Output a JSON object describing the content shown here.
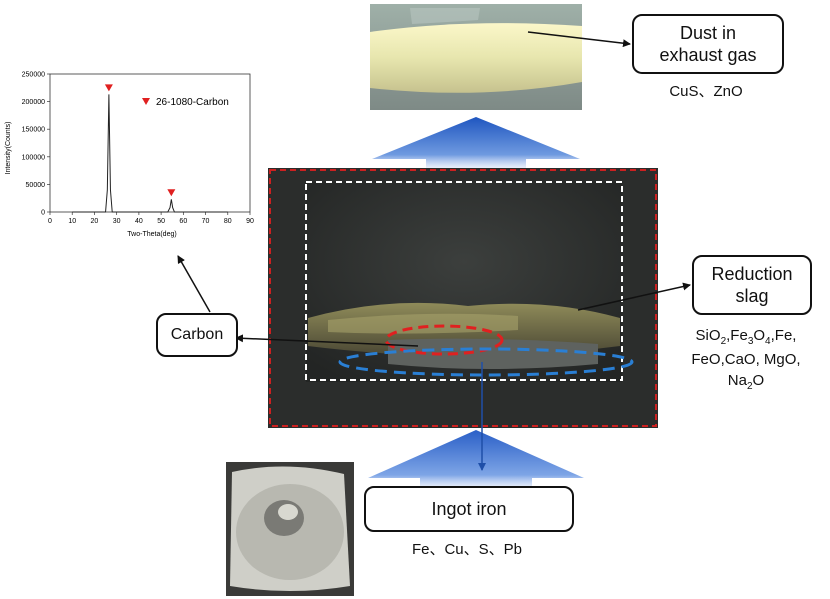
{
  "labels": {
    "dust": "Dust in\nexhaust gas",
    "dust_comp": "CuS、ZnO",
    "reduction": "Reduction\nslag",
    "slag_comp": [
      {
        "parts": [
          "SiO",
          "2",
          ",Fe",
          "3",
          "O",
          "4",
          ",Fe,"
        ]
      },
      {
        "parts": [
          "FeO,CaO, MgO,"
        ]
      },
      {
        "parts": [
          "Na",
          "2",
          "O"
        ]
      }
    ],
    "carbon": "Carbon",
    "ingot": "Ingot iron",
    "ingot_comp": "Fe、Cu、S、Pb"
  },
  "chart_data": {
    "type": "line",
    "xlabel": "Two-Theta(deg)",
    "ylabel": "Intensity(Counts)",
    "xlim": [
      0,
      90
    ],
    "ylim": [
      0,
      250000
    ],
    "xticks": [
      0,
      10,
      20,
      30,
      40,
      50,
      60,
      70,
      80,
      90
    ],
    "yticks": [
      0,
      50000,
      100000,
      150000,
      200000,
      250000
    ],
    "series": [
      {
        "name": "",
        "x": [
          10,
          25,
          25.8,
          26.5,
          27.2,
          28,
          53,
          54,
          54.6,
          55.2,
          56,
          80
        ],
        "y": [
          0,
          0,
          40000,
          213000,
          40000,
          0,
          0,
          8000,
          23000,
          8000,
          0,
          0
        ]
      }
    ],
    "peaks": [
      {
        "x": 26.5,
        "y": 213000
      },
      {
        "x": 54.6,
        "y": 23000
      }
    ],
    "legend": {
      "marker": "triangle",
      "color": "#e02020",
      "label": "26-1080-Carbon",
      "placement": "top-right"
    }
  },
  "colors": {
    "arrow_blue": "#2e64c8",
    "dash_red": "#cc2020",
    "dash_blue": "#2a7fd4",
    "marker_red": "#e02020"
  }
}
